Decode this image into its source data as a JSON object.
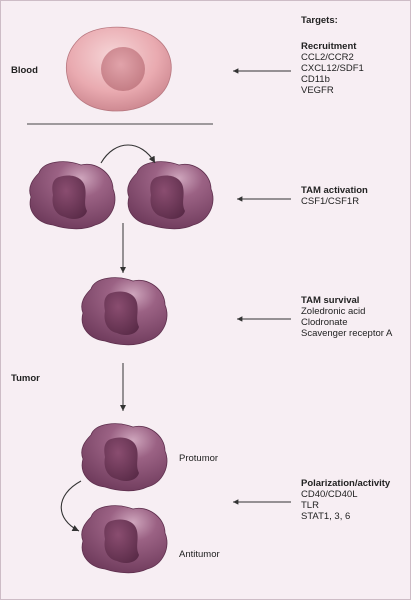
{
  "targets_heading": "Targets:",
  "sections": {
    "blood": "Blood",
    "tumor": "Tumor"
  },
  "cell_states": {
    "protumor": "Protumor",
    "antitumor": "Antitumor"
  },
  "groups": {
    "recruitment": {
      "title": "Recruitment",
      "items": [
        "CCL2/CCR2",
        "CXCL12/SDF1",
        "CD11b",
        "VEGFR"
      ]
    },
    "activation": {
      "title": "TAM activation",
      "items": [
        "CSF1/CSF1R"
      ]
    },
    "survival": {
      "title": "TAM survival",
      "items": [
        "Zoledronic acid",
        "Clodronate",
        "Scavenger receptor A"
      ]
    },
    "polarization": {
      "title": "Polarization/activity",
      "items": [
        "CD40/CD40L",
        "TLR",
        "STAT1, 3, 6"
      ]
    }
  },
  "colors": {
    "background": "#f7eef3",
    "monocyte_fill": "#e7a8ae",
    "monocyte_nucleus": "#d08b93",
    "macrophage_fill": "#8e5676",
    "macrophage_nucleus": "#6a3755",
    "line": "#333333"
  }
}
